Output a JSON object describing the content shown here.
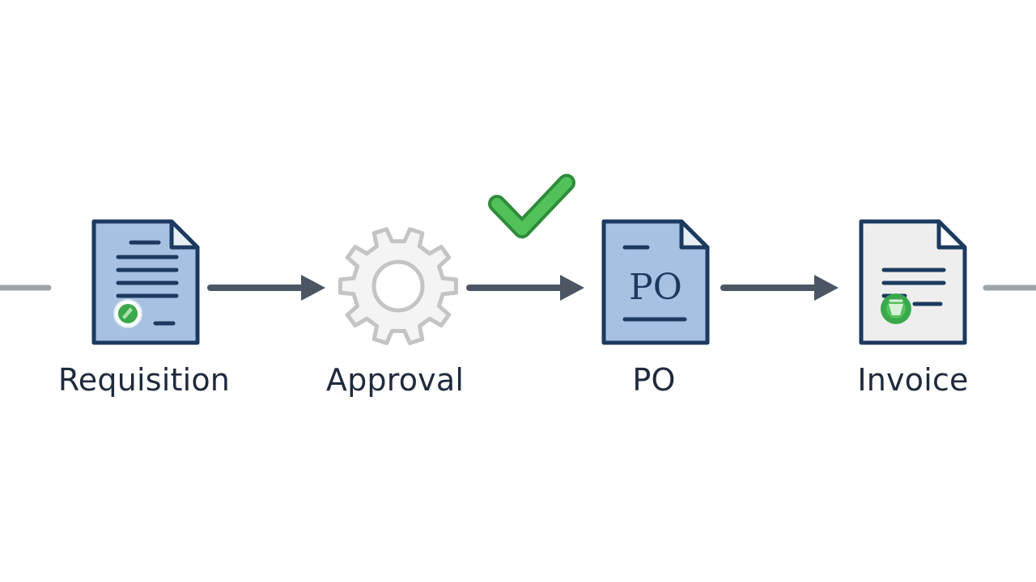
{
  "steps": [
    {
      "label": "Requisition",
      "icon": "requisition-document-icon"
    },
    {
      "label": "Approval",
      "icon": "gear-icon"
    },
    {
      "label": "PO",
      "icon": "po-document-icon"
    },
    {
      "label": "Invoice",
      "icon": "invoice-document-icon"
    }
  ],
  "po_doc_text": "PO",
  "status_icon": "green-checkmark-icon",
  "colors": {
    "doc_fill": "#a7c1e2",
    "doc_border": "#1c3a5f",
    "invoice_fill": "#eeeeee",
    "gear_fill": "#f4f4f4",
    "gear_stroke": "#c4c4c4",
    "arrow": "#4b5563",
    "connector": "#9ea3a8",
    "check": "#4caf50",
    "label_text": "#1f2a3c"
  }
}
